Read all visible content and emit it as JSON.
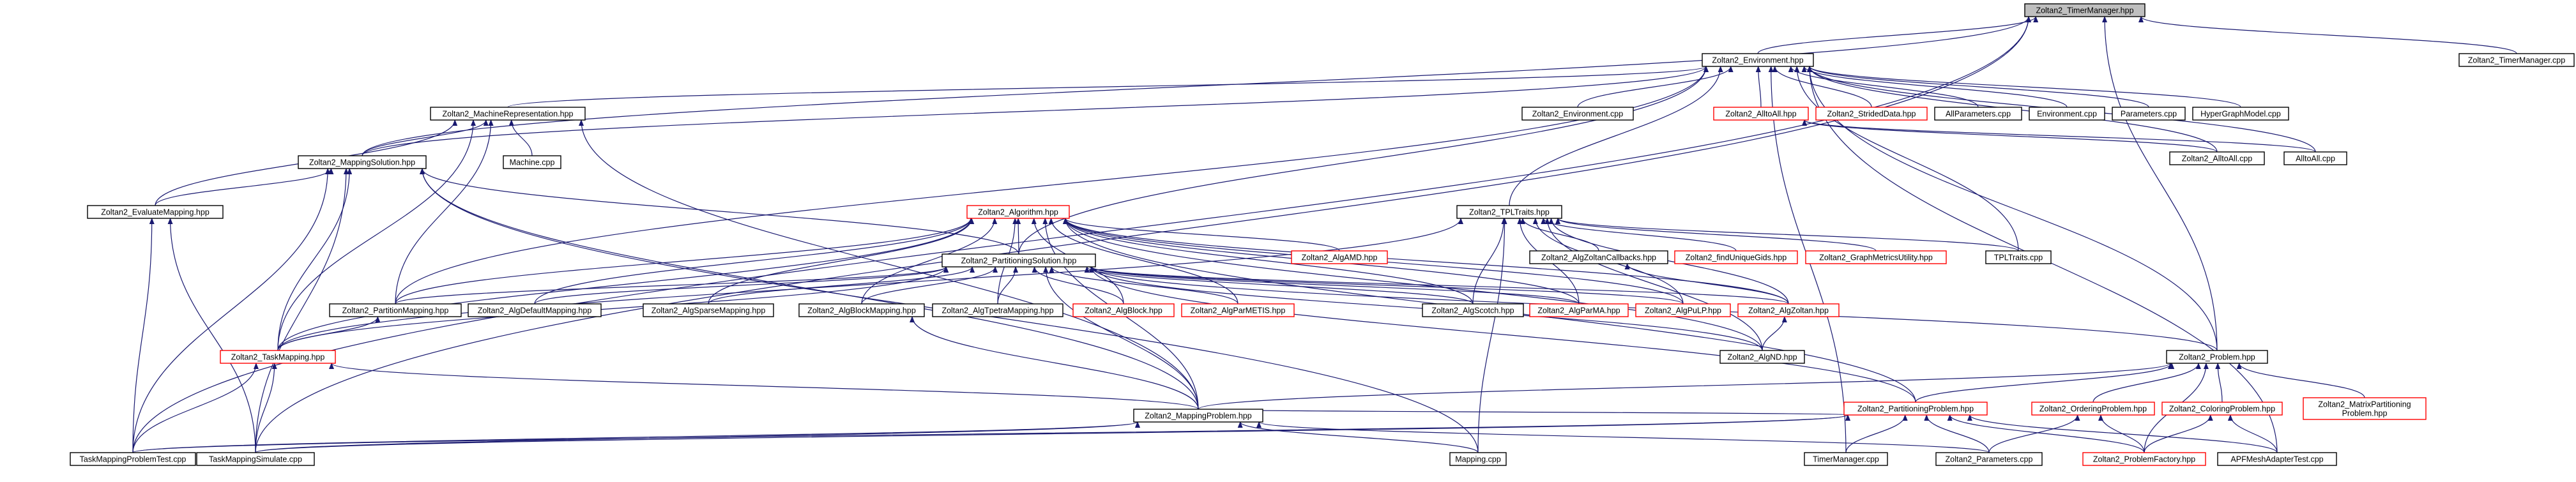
{
  "colors": {
    "edge": "#191970",
    "border_default": "#000000",
    "border_incomplete": "#ff0000",
    "focus_fill": "#bfbfbf",
    "node_fill": "#ffffff"
  },
  "nodes": {
    "timermanager_hpp": {
      "label": [
        "Zoltan2_TimerManager.hpp"
      ],
      "style": "focus"
    },
    "environment_hpp": {
      "label": [
        "Zoltan2_Environment.hpp"
      ],
      "style": "normal"
    },
    "timermanager_cpp": {
      "label": [
        "Zoltan2_TimerManager.cpp"
      ],
      "style": "normal"
    },
    "machinerep_hpp": {
      "label": [
        "Zoltan2_MachineRepresentation.hpp"
      ],
      "style": "normal"
    },
    "environment_cpp": {
      "label": [
        "Zoltan2_Environment.cpp"
      ],
      "style": "normal"
    },
    "alltoall_hpp": {
      "label": [
        "Zoltan2_AlltoAll.hpp"
      ],
      "style": "incomplete"
    },
    "strideddata_hpp": {
      "label": [
        "Zoltan2_StridedData.hpp"
      ],
      "style": "incomplete"
    },
    "allparameters_cpp": {
      "label": [
        "AllParameters.cpp"
      ],
      "style": "normal"
    },
    "environment_test_cpp": {
      "label": [
        "Environment.cpp"
      ],
      "style": "normal"
    },
    "parameters_cpp": {
      "label": [
        "Parameters.cpp"
      ],
      "style": "normal"
    },
    "hypergraphmodel_cpp": {
      "label": [
        "HyperGraphModel.cpp"
      ],
      "style": "normal"
    },
    "mappingsolution_hpp": {
      "label": [
        "Zoltan2_MappingSolution.hpp"
      ],
      "style": "normal"
    },
    "machine_cpp": {
      "label": [
        "Machine.cpp"
      ],
      "style": "normal"
    },
    "alltoall_cpp_a": {
      "label": [
        "Zoltan2_AlltoAll.cpp"
      ],
      "style": "normal"
    },
    "alltoall_cpp_b": {
      "label": [
        "AlltoAll.cpp"
      ],
      "style": "normal"
    },
    "evaluatemapping_hpp": {
      "label": [
        "Zoltan2_EvaluateMapping.hpp"
      ],
      "style": "normal"
    },
    "algorithm_hpp": {
      "label": [
        "Zoltan2_Algorithm.hpp"
      ],
      "style": "incomplete"
    },
    "tpltraits_hpp": {
      "label": [
        "Zoltan2_TPLTraits.hpp"
      ],
      "style": "normal"
    },
    "algamd_hpp": {
      "label": [
        "Zoltan2_AlgAMD.hpp"
      ],
      "style": "incomplete"
    },
    "zcallbacks_hpp": {
      "label": [
        "Zoltan2_AlgZoltanCallbacks.hpp"
      ],
      "style": "normal"
    },
    "finduniquegids_hpp": {
      "label": [
        "Zoltan2_findUniqueGids.hpp"
      ],
      "style": "incomplete"
    },
    "graphmetrics_hpp": {
      "label": [
        "Zoltan2_GraphMetricsUtility.hpp"
      ],
      "style": "incomplete"
    },
    "tpltraits_cpp": {
      "label": [
        "TPLTraits.cpp"
      ],
      "style": "normal"
    },
    "partsolution_hpp": {
      "label": [
        "Zoltan2_PartitioningSolution.hpp"
      ],
      "style": "normal"
    },
    "partitionmapping_hpp": {
      "label": [
        "Zoltan2_PartitionMapping.hpp"
      ],
      "style": "normal"
    },
    "algdefaultmapping_hpp": {
      "label": [
        "Zoltan2_AlgDefaultMapping.hpp"
      ],
      "style": "normal"
    },
    "algsparsemapping_hpp": {
      "label": [
        "Zoltan2_AlgSparseMapping.hpp"
      ],
      "style": "normal"
    },
    "algblockmapping_hpp": {
      "label": [
        "Zoltan2_AlgBlockMapping.hpp"
      ],
      "style": "normal"
    },
    "algtpetramapping_hpp": {
      "label": [
        "Zoltan2_AlgTpetraMapping.hpp"
      ],
      "style": "normal"
    },
    "algblock_hpp": {
      "label": [
        "Zoltan2_AlgBlock.hpp"
      ],
      "style": "incomplete"
    },
    "algparmetis_hpp": {
      "label": [
        "Zoltan2_AlgParMETIS.hpp"
      ],
      "style": "incomplete"
    },
    "algscotch_hpp": {
      "label": [
        "Zoltan2_AlgScotch.hpp"
      ],
      "style": "normal"
    },
    "algparma_hpp": {
      "label": [
        "Zoltan2_AlgParMA.hpp"
      ],
      "style": "incomplete"
    },
    "algpulp_hpp": {
      "label": [
        "Zoltan2_AlgPuLP.hpp"
      ],
      "style": "incomplete"
    },
    "algzoltan_hpp": {
      "label": [
        "Zoltan2_AlgZoltan.hpp"
      ],
      "style": "incomplete"
    },
    "algnd_hpp": {
      "label": [
        "Zoltan2_AlgND.hpp"
      ],
      "style": "normal"
    },
    "taskmapping_hpp": {
      "label": [
        "Zoltan2_TaskMapping.hpp"
      ],
      "style": "incomplete"
    },
    "problem_hpp": {
      "label": [
        "Zoltan2_Problem.hpp"
      ],
      "style": "normal"
    },
    "partproblem_hpp": {
      "label": [
        "Zoltan2_PartitioningProblem.hpp"
      ],
      "style": "incomplete"
    },
    "orderingproblem_hpp": {
      "label": [
        "Zoltan2_OrderingProblem.hpp"
      ],
      "style": "incomplete"
    },
    "coloringproblem_hpp": {
      "label": [
        "Zoltan2_ColoringProblem.hpp"
      ],
      "style": "incomplete"
    },
    "matrixpartproblem_hpp": {
      "label": [
        "Zoltan2_MatrixPartitioning",
        "Problem.hpp"
      ],
      "style": "incomplete"
    },
    "mappingproblem_hpp": {
      "label": [
        "Zoltan2_MappingProblem.hpp"
      ],
      "style": "normal"
    },
    "taskmappingproblemtest_cpp": {
      "label": [
        "TaskMappingProblemTest.cpp"
      ],
      "style": "normal"
    },
    "taskmappingsimulate_cpp": {
      "label": [
        "TaskMappingSimulate.cpp"
      ],
      "style": "normal"
    },
    "mapping_cpp": {
      "label": [
        "Mapping.cpp"
      ],
      "style": "normal"
    },
    "timermanager_test_cpp": {
      "label": [
        "TimerManager.cpp"
      ],
      "style": "normal"
    },
    "z2parameters_cpp": {
      "label": [
        "Zoltan2_Parameters.cpp"
      ],
      "style": "normal"
    },
    "problemfactory_hpp": {
      "label": [
        "Zoltan2_ProblemFactory.hpp"
      ],
      "style": "incomplete"
    },
    "apfmeshadaptertest_cpp": {
      "label": [
        "APFMeshAdapterTest.cpp"
      ],
      "style": "normal"
    }
  },
  "edges": [
    [
      "environment_hpp",
      "timermanager_hpp"
    ],
    [
      "timermanager_cpp",
      "timermanager_hpp"
    ],
    [
      "problem_hpp",
      "timermanager_hpp"
    ],
    [
      "taskmappingproblemtest_cpp",
      "timermanager_hpp"
    ],
    [
      "taskmappingsimulate_cpp",
      "timermanager_hpp"
    ],
    [
      "mappingsolution_hpp",
      "timermanager_hpp"
    ],
    [
      "machinerep_hpp",
      "environment_hpp"
    ],
    [
      "environment_cpp",
      "environment_hpp"
    ],
    [
      "alltoall_hpp",
      "environment_hpp"
    ],
    [
      "strideddata_hpp",
      "environment_hpp"
    ],
    [
      "allparameters_cpp",
      "environment_hpp"
    ],
    [
      "environment_test_cpp",
      "environment_hpp"
    ],
    [
      "parameters_cpp",
      "environment_hpp"
    ],
    [
      "hypergraphmodel_cpp",
      "environment_hpp"
    ],
    [
      "alltoall_cpp_a",
      "environment_hpp"
    ],
    [
      "alltoall_cpp_b",
      "environment_hpp"
    ],
    [
      "tpltraits_hpp",
      "environment_hpp"
    ],
    [
      "tpltraits_cpp",
      "environment_hpp"
    ],
    [
      "mappingsolution_hpp",
      "environment_hpp"
    ],
    [
      "partsolution_hpp",
      "environment_hpp"
    ],
    [
      "partitionmapping_hpp",
      "environment_hpp"
    ],
    [
      "problem_hpp",
      "environment_hpp"
    ],
    [
      "timermanager_test_cpp",
      "environment_hpp"
    ],
    [
      "apfmeshadaptertest_cpp",
      "environment_hpp"
    ],
    [
      "alltoall_cpp_a",
      "alltoall_hpp"
    ],
    [
      "alltoall_cpp_b",
      "alltoall_hpp"
    ],
    [
      "mappingsolution_hpp",
      "machinerep_hpp"
    ],
    [
      "machine_cpp",
      "machinerep_hpp"
    ],
    [
      "evaluatemapping_hpp",
      "machinerep_hpp"
    ],
    [
      "partitionmapping_hpp",
      "machinerep_hpp"
    ],
    [
      "taskmapping_hpp",
      "machinerep_hpp"
    ],
    [
      "mappingproblem_hpp",
      "machinerep_hpp"
    ],
    [
      "evaluatemapping_hpp",
      "mappingsolution_hpp"
    ],
    [
      "partsolution_hpp",
      "mappingsolution_hpp"
    ],
    [
      "taskmapping_hpp",
      "mappingsolution_hpp"
    ],
    [
      "mappingproblem_hpp",
      "mappingsolution_hpp"
    ],
    [
      "taskmappingproblemtest_cpp",
      "mappingsolution_hpp"
    ],
    [
      "taskmappingsimulate_cpp",
      "mappingsolution_hpp"
    ],
    [
      "mapping_cpp",
      "mappingsolution_hpp"
    ],
    [
      "taskmappingproblemtest_cpp",
      "evaluatemapping_hpp"
    ],
    [
      "taskmappingsimulate_cpp",
      "evaluatemapping_hpp"
    ],
    [
      "partsolution_hpp",
      "algorithm_hpp"
    ],
    [
      "algamd_hpp",
      "algorithm_hpp"
    ],
    [
      "partitionmapping_hpp",
      "algorithm_hpp"
    ],
    [
      "algdefaultmapping_hpp",
      "algorithm_hpp"
    ],
    [
      "algsparsemapping_hpp",
      "algorithm_hpp"
    ],
    [
      "algblockmapping_hpp",
      "algorithm_hpp"
    ],
    [
      "algtpetramapping_hpp",
      "algorithm_hpp"
    ],
    [
      "algblock_hpp",
      "algorithm_hpp"
    ],
    [
      "algparmetis_hpp",
      "algorithm_hpp"
    ],
    [
      "algscotch_hpp",
      "algorithm_hpp"
    ],
    [
      "algparma_hpp",
      "algorithm_hpp"
    ],
    [
      "algpulp_hpp",
      "algorithm_hpp"
    ],
    [
      "algzoltan_hpp",
      "algorithm_hpp"
    ],
    [
      "algnd_hpp",
      "algorithm_hpp"
    ],
    [
      "taskmapping_hpp",
      "algorithm_hpp"
    ],
    [
      "mappingproblem_hpp",
      "algorithm_hpp"
    ],
    [
      "partproblem_hpp",
      "algorithm_hpp"
    ],
    [
      "zcallbacks_hpp",
      "tpltraits_hpp"
    ],
    [
      "finduniquegids_hpp",
      "tpltraits_hpp"
    ],
    [
      "graphmetrics_hpp",
      "tpltraits_hpp"
    ],
    [
      "tpltraits_cpp",
      "tpltraits_hpp"
    ],
    [
      "algscotch_hpp",
      "tpltraits_hpp"
    ],
    [
      "algparma_hpp",
      "tpltraits_hpp"
    ],
    [
      "algpulp_hpp",
      "tpltraits_hpp"
    ],
    [
      "algzoltan_hpp",
      "tpltraits_hpp"
    ],
    [
      "algnd_hpp",
      "tpltraits_hpp"
    ],
    [
      "taskmapping_hpp",
      "tpltraits_hpp"
    ],
    [
      "mapping_cpp",
      "tpltraits_hpp"
    ],
    [
      "algzoltan_hpp",
      "zcallbacks_hpp"
    ],
    [
      "partitionmapping_hpp",
      "partsolution_hpp"
    ],
    [
      "algdefaultmapping_hpp",
      "partsolution_hpp"
    ],
    [
      "algsparsemapping_hpp",
      "partsolution_hpp"
    ],
    [
      "algblockmapping_hpp",
      "partsolution_hpp"
    ],
    [
      "algtpetramapping_hpp",
      "partsolution_hpp"
    ],
    [
      "algblock_hpp",
      "partsolution_hpp"
    ],
    [
      "algparmetis_hpp",
      "partsolution_hpp"
    ],
    [
      "algscotch_hpp",
      "partsolution_hpp"
    ],
    [
      "algparma_hpp",
      "partsolution_hpp"
    ],
    [
      "algpulp_hpp",
      "partsolution_hpp"
    ],
    [
      "algzoltan_hpp",
      "partsolution_hpp"
    ],
    [
      "algnd_hpp",
      "partsolution_hpp"
    ],
    [
      "taskmapping_hpp",
      "partsolution_hpp"
    ],
    [
      "mappingproblem_hpp",
      "partsolution_hpp"
    ],
    [
      "partproblem_hpp",
      "partsolution_hpp"
    ],
    [
      "problem_hpp",
      "partsolution_hpp"
    ],
    [
      "taskmapping_hpp",
      "partitionmapping_hpp"
    ],
    [
      "mappingproblem_hpp",
      "algblockmapping_hpp"
    ],
    [
      "algnd_hpp",
      "algzoltan_hpp"
    ],
    [
      "mappingproblem_hpp",
      "taskmapping_hpp"
    ],
    [
      "taskmappingproblemtest_cpp",
      "taskmapping_hpp"
    ],
    [
      "taskmappingsimulate_cpp",
      "taskmapping_hpp"
    ],
    [
      "partproblem_hpp",
      "problem_hpp"
    ],
    [
      "orderingproblem_hpp",
      "problem_hpp"
    ],
    [
      "coloringproblem_hpp",
      "problem_hpp"
    ],
    [
      "matrixpartproblem_hpp",
      "problem_hpp"
    ],
    [
      "mappingproblem_hpp",
      "problem_hpp"
    ],
    [
      "problemfactory_hpp",
      "problem_hpp"
    ],
    [
      "taskmappingproblemtest_cpp",
      "mappingproblem_hpp"
    ],
    [
      "taskmappingsimulate_cpp",
      "mappingproblem_hpp"
    ],
    [
      "mapping_cpp",
      "mappingproblem_hpp"
    ],
    [
      "z2parameters_cpp",
      "mappingproblem_hpp"
    ],
    [
      "mappingproblem_hpp",
      "partproblem_hpp"
    ],
    [
      "taskmappingproblemtest_cpp",
      "partproblem_hpp"
    ],
    [
      "taskmappingsimulate_cpp",
      "partproblem_hpp"
    ],
    [
      "timermanager_test_cpp",
      "partproblem_hpp"
    ],
    [
      "z2parameters_cpp",
      "partproblem_hpp"
    ],
    [
      "problemfactory_hpp",
      "partproblem_hpp"
    ],
    [
      "apfmeshadaptertest_cpp",
      "partproblem_hpp"
    ],
    [
      "z2parameters_cpp",
      "orderingproblem_hpp"
    ],
    [
      "problemfactory_hpp",
      "orderingproblem_hpp"
    ],
    [
      "problemfactory_hpp",
      "coloringproblem_hpp"
    ],
    [
      "apfmeshadaptertest_cpp",
      "coloringproblem_hpp"
    ]
  ]
}
